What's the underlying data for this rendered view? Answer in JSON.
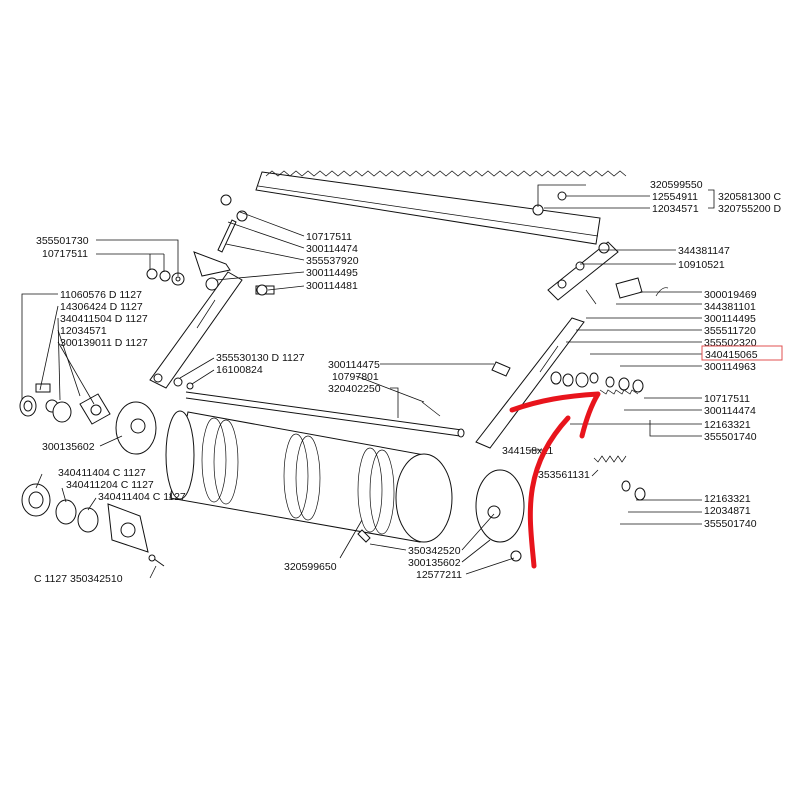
{
  "diagram": {
    "highlight_color": "#e05050",
    "arrow_color": "#e8141c",
    "labels": {
      "l320599550": "320599550",
      "l12554911": "12554911",
      "l12034571_top": "12034571",
      "l320581300": "320581300 C",
      "l320755200": "320755200 D",
      "l344381147": "344381147",
      "l10910521": "10910521",
      "l300019469": "300019469",
      "l344381101": "344381101",
      "l300114495_r": "300114495",
      "l355511720": "355511720",
      "l355502320": "355502320",
      "l340415065": "340415065",
      "l300114963": "300114963",
      "l10717511_r": "10717511",
      "l300114474_r": "300114474",
      "l12163321_r1": "12163321",
      "l355501740_r1": "355501740",
      "l344158x11": "344158x11",
      "l353561131": "353561131",
      "l12163321_r2": "12163321",
      "l12034871": "12034871",
      "l355501740_r2": "355501740",
      "l10717511_t": "10717511",
      "l300114474_t": "300114474",
      "l355537920": "355537920",
      "l300114495_t": "300114495",
      "l300114481": "300114481",
      "l355501730": "355501730",
      "l10717511_l": "10717511",
      "l11060576": "11060576 D 1127",
      "l14306424": "14306424 D 1127",
      "l340411504": "340411504 D 1127",
      "l12034571_l": "12034571",
      "l300139011": "300139011 D 1127",
      "l355530130": "355530130 D 1127",
      "l16100824": "16100824",
      "l300114475": "300114475",
      "l10797801": "10797801",
      "l320402250": "320402250",
      "l300135602_l": "300135602",
      "l340411404_1": "340411404 C 1127",
      "l340411204": "340411204 C 1127",
      "l340411404_2": "340411404 C 1127",
      "l350342510": "C 1127  350342510",
      "l320599650": "320599650",
      "l350342520": "350342520",
      "l300135602_b": "300135602",
      "l12577211": "12577211"
    }
  }
}
